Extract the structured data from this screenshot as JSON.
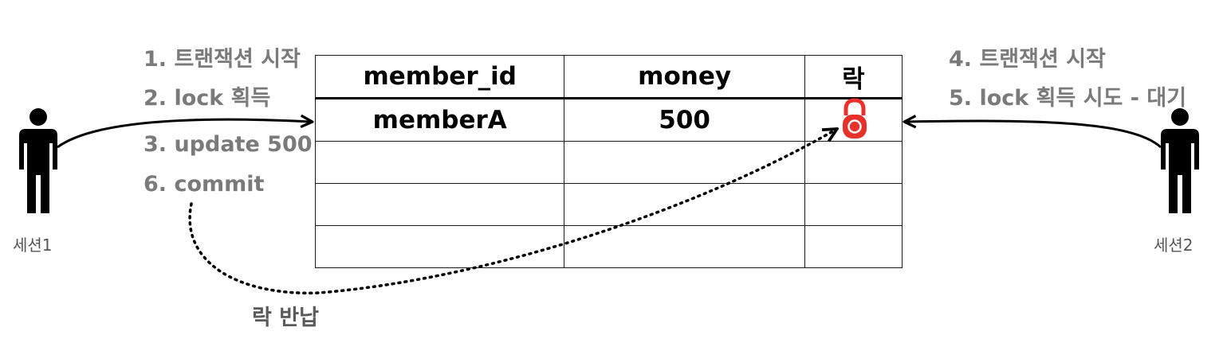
{
  "left_steps": [
    "1. 트랜잭션 시작",
    "2. lock 획득",
    "3. update 500",
    "6. commit"
  ],
  "right_steps": [
    "4. 트랜잭션 시작",
    "5. lock 획득 시도 - 대기"
  ],
  "sessions": {
    "left": "세션1",
    "right": "세션2"
  },
  "table": {
    "headers": [
      "member_id",
      "money",
      "락"
    ],
    "rows": [
      [
        "memberA",
        "500",
        ""
      ],
      [
        "",
        "",
        ""
      ],
      [
        "",
        "",
        ""
      ],
      [
        "",
        "",
        ""
      ]
    ]
  },
  "lock_return_label": "락 반납",
  "icons": {
    "person": "person-icon",
    "lock": "padlock-icon"
  },
  "colors": {
    "lock": "#e8312a",
    "step_text": "#7a7a7a",
    "line": "#000000"
  }
}
